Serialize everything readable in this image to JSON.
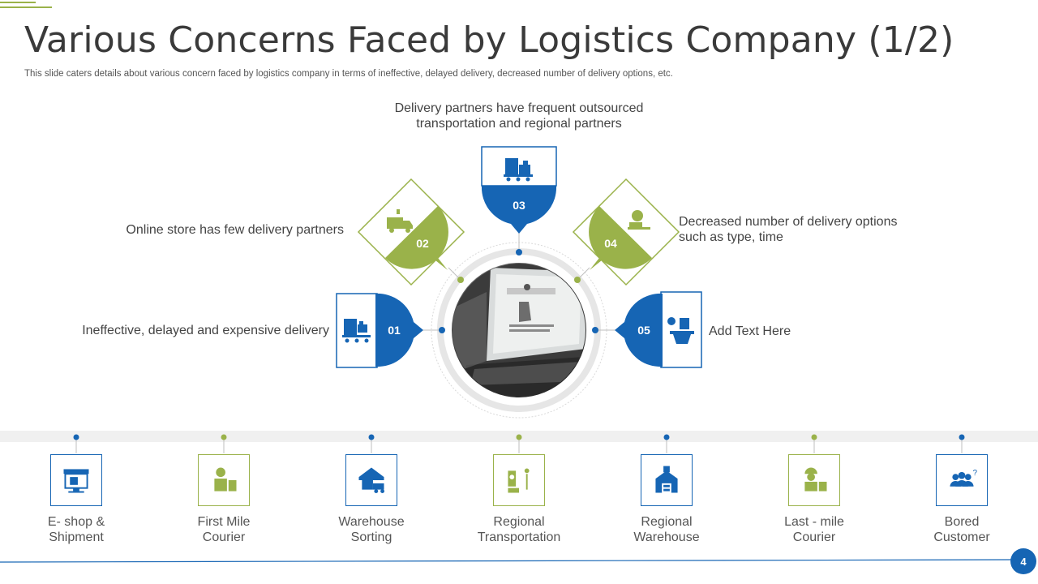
{
  "header": {
    "title": "Various Concerns Faced by Logistics Company (1/2)",
    "subtitle": "This slide caters details about various concern faced by logistics company in terms of ineffective, delayed delivery, decreased number of delivery options, etc."
  },
  "concerns": [
    {
      "num": "01",
      "text": "Ineffective,  delayed and expensive delivery",
      "icon": "truck-icon"
    },
    {
      "num": "02",
      "text": "Online store has few delivery partners",
      "icon": "delivery-truck-icon"
    },
    {
      "num": "03",
      "text_line1": "Delivery partners have frequent outsourced",
      "text_line2": "transportation and regional partners",
      "icon": "truck-icon"
    },
    {
      "num": "04",
      "text_line1": "Decreased number  of delivery options",
      "text_line2": "such as type,  time",
      "icon": "globe-box-icon"
    },
    {
      "num": "05",
      "text": "Add Text Here",
      "icon": "globe-delivery-icon"
    }
  ],
  "flow": [
    {
      "line1": "E- shop &",
      "line2": "Shipment",
      "icon": "eshop-icon",
      "color": "blue"
    },
    {
      "line1": "First Mile",
      "line2": "Courier",
      "icon": "courier-icon",
      "color": "green"
    },
    {
      "line1": "Warehouse",
      "line2": "Sorting",
      "icon": "warehouse-icon",
      "color": "blue"
    },
    {
      "line1": "Regional",
      "line2": "Transportation",
      "icon": "transport-icon",
      "color": "green"
    },
    {
      "line1": "Regional",
      "line2": "Warehouse",
      "icon": "regional-warehouse-icon",
      "color": "blue"
    },
    {
      "line1": "Last - mile",
      "line2": "Courier",
      "icon": "worker-icon",
      "color": "green"
    },
    {
      "line1": "Bored",
      "line2": "Customer",
      "icon": "customers-icon",
      "color": "blue"
    }
  ],
  "page_number": "4",
  "colors": {
    "blue": "#1665b4",
    "green": "#9ab24a"
  }
}
